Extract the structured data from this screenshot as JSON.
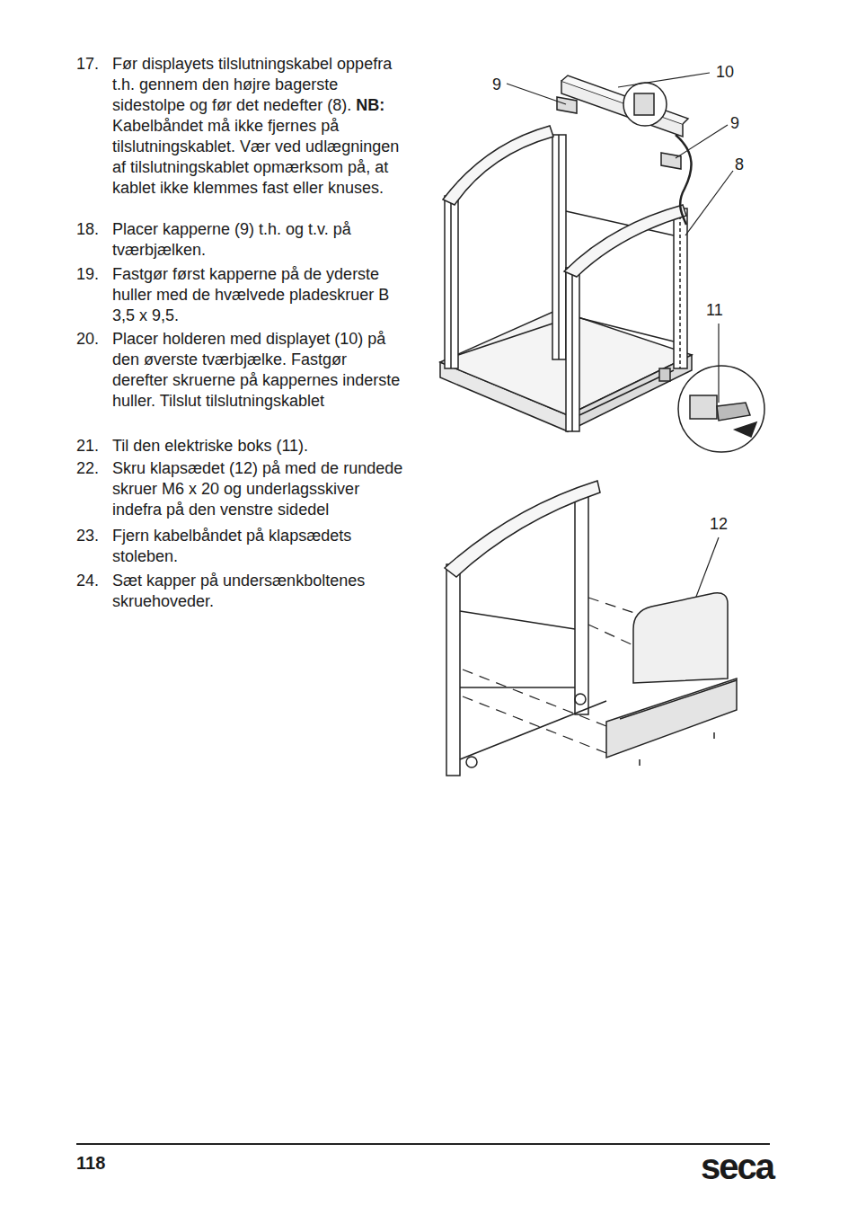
{
  "diagram": {
    "labels": [
      "17.",
      "Før displayets tilslutningskabel oppefra t.h. gennem den højre bagerste sidestolpe og før det nedefter (8).",
      "NB:",
      "Kabelbåndet må ikke fjernes på tilslutningskablet. Vær ved udlægningen af tilslutningskablet opmærksom på, at kablet ikke klemmes fast eller knuses.",
      "18.",
      "Placer kapperne (9) t.h. og t.v. på tværbjælken.",
      "19.",
      "Fastgør først kapperne på de yderste huller med de hvælvede pladeskruer B 3,5 x 9,5.",
      "20.",
      "Placer holderen med displayet (10) på den øverste tværbjælke. Fastgør derefter skruerne på kappernes inderste huller. Tilslut tilslutningskablet",
      "21.",
      "Til den elektriske boks (11).",
      "22.",
      "Skru klapsædet (12) på med de rundede skruer M6 x 20 og underlagsskiver indefra på den venstre sidedel",
      "23.",
      "Fjern kabelbåndet på klapsædets stoleben.",
      "24.",
      "Sæt kapper på undersænkboltenes skruehoveder.",
      "10",
      "9",
      "9",
      "8",
      "11",
      "12",
      "118",
      "seca"
    ]
  }
}
